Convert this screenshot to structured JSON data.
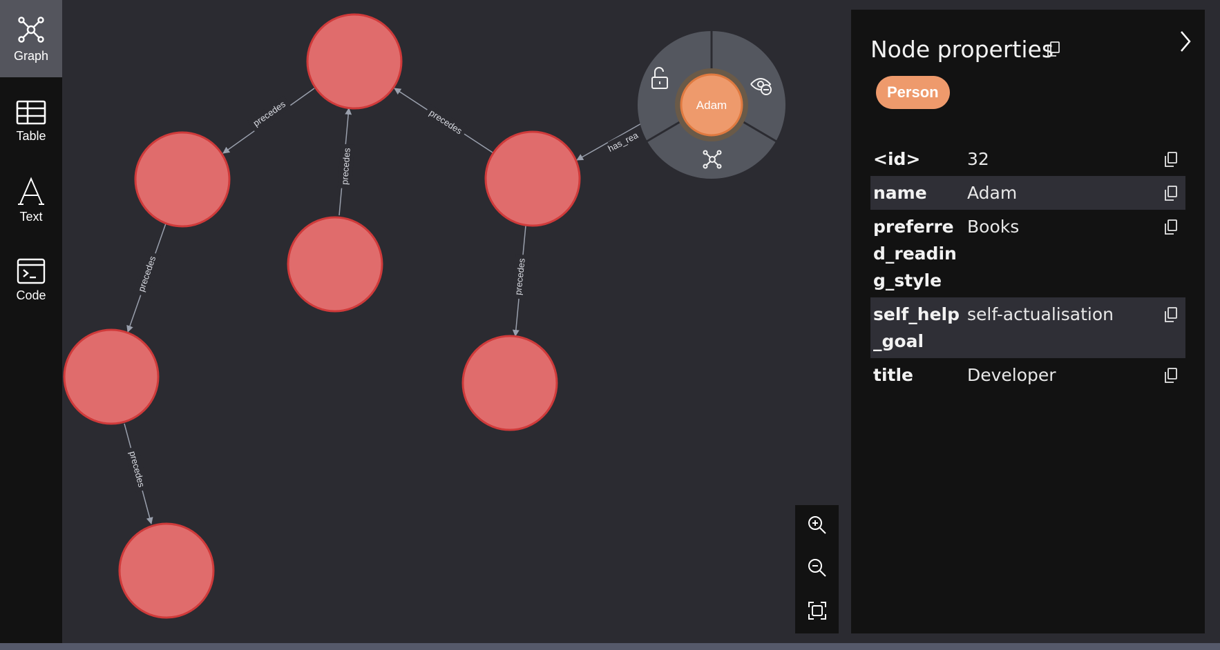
{
  "sidebar": {
    "items": [
      {
        "label": "Graph",
        "icon": "graph-icon",
        "active": true
      },
      {
        "label": "Table",
        "icon": "table-icon",
        "active": false
      },
      {
        "label": "Text",
        "icon": "text-icon",
        "active": false
      },
      {
        "label": "Code",
        "icon": "code-icon",
        "active": false
      }
    ]
  },
  "graph": {
    "node_color": "#e06c6c",
    "node_stroke": "#cf3a3a",
    "selected_node_color": "#ee9a6c",
    "relationship_color": "#9aa0ad",
    "nodes": [
      {
        "id": "n-top",
        "caption": ""
      },
      {
        "id": "n-left",
        "caption": ""
      },
      {
        "id": "n-middle",
        "caption": ""
      },
      {
        "id": "n-right",
        "caption": ""
      },
      {
        "id": "n-left-2",
        "caption": ""
      },
      {
        "id": "n-right-2",
        "caption": ""
      },
      {
        "id": "n-left-3",
        "caption": ""
      },
      {
        "id": "n-selected",
        "caption": "Adam"
      }
    ],
    "relationships": [
      {
        "type": "precedes"
      },
      {
        "type": "precedes"
      },
      {
        "type": "precedes"
      },
      {
        "type": "precedes"
      },
      {
        "type": "precedes"
      },
      {
        "type": "precedes"
      },
      {
        "type": "has_rea"
      }
    ],
    "ring_menu": [
      "unlock-icon",
      "hide-icon",
      "expand-icon"
    ]
  },
  "zoom": {
    "buttons": [
      "zoom-in-icon",
      "zoom-out-icon",
      "fit-to-screen-icon"
    ]
  },
  "panel": {
    "title": "Node properties",
    "label": "Person",
    "label_color": "#ee9a6c",
    "properties": [
      {
        "key": "<id>",
        "value": "32"
      },
      {
        "key": "name",
        "value": "Adam"
      },
      {
        "key": "preferred_reading_style",
        "value": "Books"
      },
      {
        "key": "self_help_goal",
        "value": "self-actualisation"
      },
      {
        "key": "title",
        "value": "Developer"
      }
    ]
  }
}
